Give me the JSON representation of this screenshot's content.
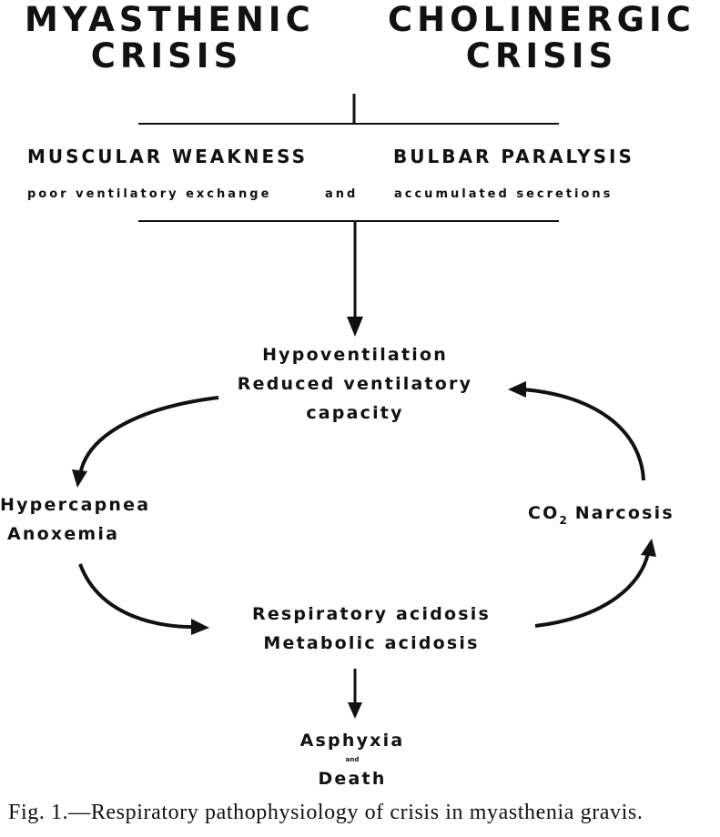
{
  "header": {
    "left_title": [
      "MYASTHENIC",
      "CRISIS"
    ],
    "right_title": [
      "CHOLINERGIC",
      "CRISIS"
    ]
  },
  "causes": {
    "left": "MUSCULAR WEAKNESS",
    "right": "BULBAR PARALYSIS",
    "subline_left": "poor ventilatory exchange",
    "subline_mid": "and",
    "subline_right": "accumulated secretions"
  },
  "cycle": {
    "top": [
      "Hypoventilation",
      "Reduced ventilatory",
      "capacity"
    ],
    "left": [
      "Hypercapnea",
      "Anoxemia"
    ],
    "bottom": [
      "Respiratory acidosis",
      "Metabolic acidosis"
    ],
    "right_prefix": "CO",
    "right_subscript": "2",
    "right_suffix": "Narcosis"
  },
  "outcome": {
    "line1": "Asphyxia",
    "conj": "and",
    "line2": "Death"
  },
  "caption": "Fig. 1.—Respiratory pathophysiology of crisis in myasthenia gravis."
}
